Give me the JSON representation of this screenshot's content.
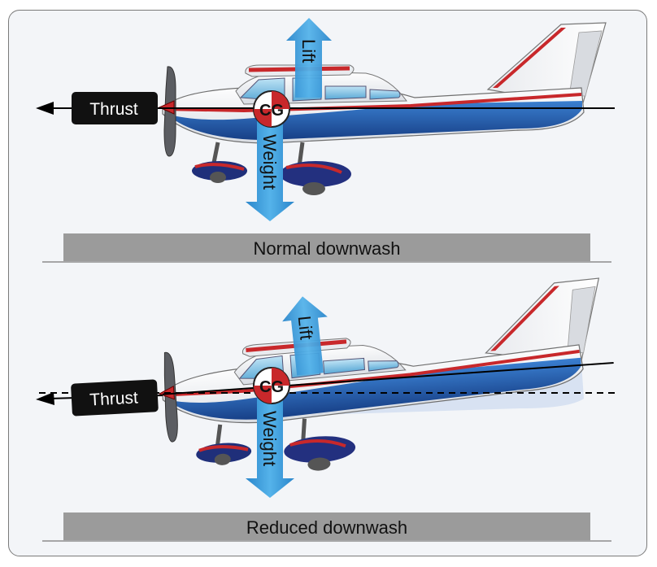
{
  "panels": [
    {
      "id": "normal",
      "label": "Normal downwash",
      "forces": {
        "thrust": "Thrust",
        "lift": "Lift",
        "weight": "Weight",
        "cg": "CG"
      }
    },
    {
      "id": "reduced",
      "label": "Reduced downwash",
      "forces": {
        "thrust": "Thrust",
        "lift": "Lift",
        "weight": "Weight",
        "cg": "CG"
      }
    }
  ],
  "colors": {
    "frame_bg": "#f3f5f8",
    "ground_band": "#9b9b9b",
    "arrow_blue": "#2f93d4",
    "fuselage_blue": "#1f5fb0",
    "stripe_red": "#c8282b",
    "thrust_box": "#111111"
  }
}
